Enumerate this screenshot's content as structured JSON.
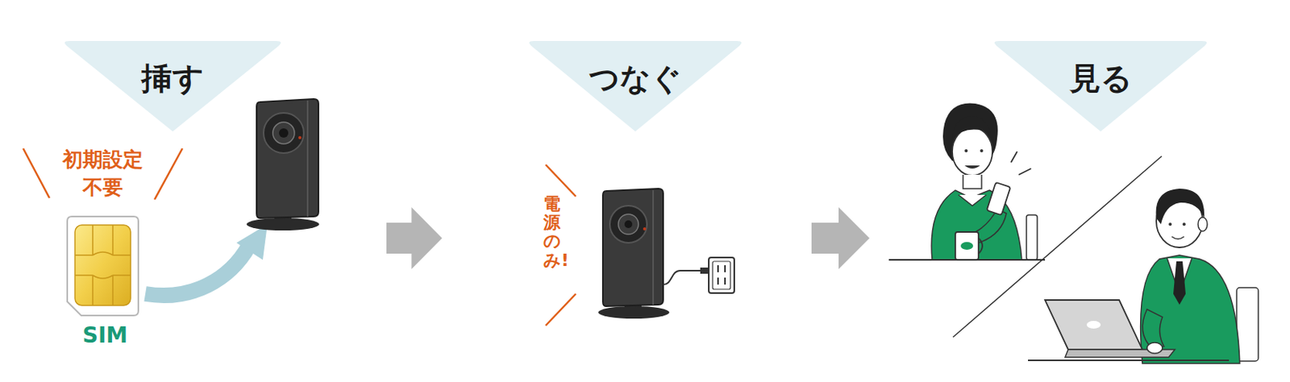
{
  "diagram": {
    "nodes": [
      {
        "text": [
          "挿す"
        ]
      },
      {
        "text": [
          "つなぐ"
        ]
      },
      {
        "text": [
          "見る"
        ]
      }
    ],
    "edges": [
      {
        "from": 0,
        "to": 1,
        "arrow": "to"
      },
      {
        "from": 1,
        "to": 2,
        "arrow": "to"
      }
    ],
    "labels": [
      "初期設定 不要",
      "SIM",
      "電源のみ!"
    ]
  }
}
